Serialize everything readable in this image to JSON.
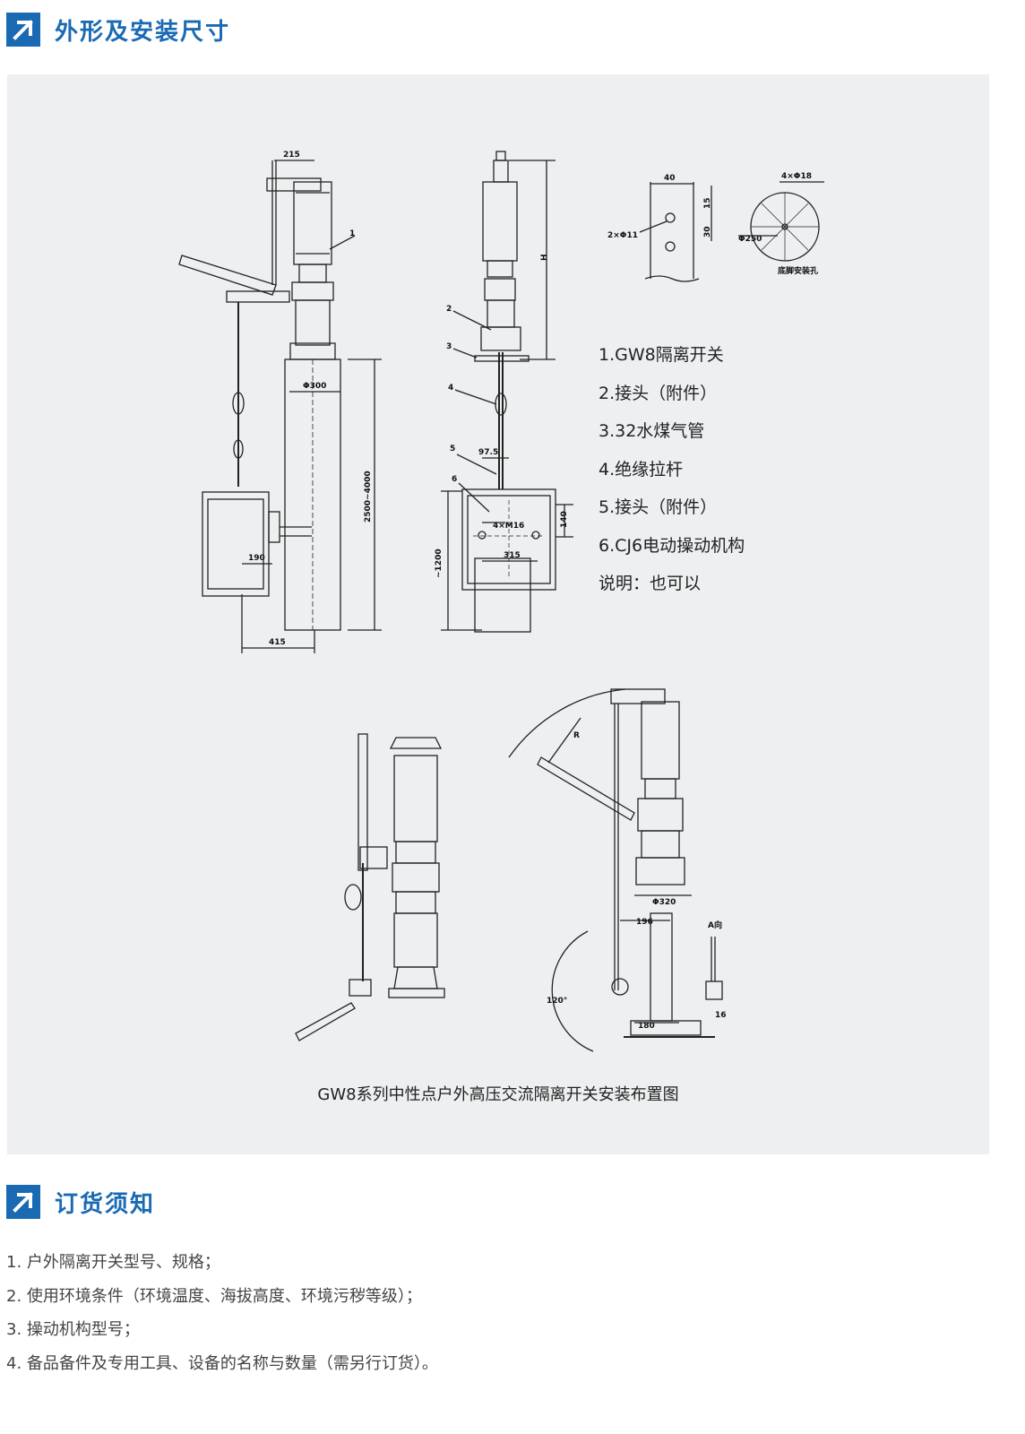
{
  "sections": [
    {
      "title": "外形及安装尺寸",
      "icon": "arrow-up-right-icon"
    },
    {
      "title": "订货须知",
      "icon": "arrow-up-right-icon"
    }
  ],
  "drawing": {
    "legend": [
      "1.GW8隔离开关",
      "2.接头（附件）",
      "3.32水煤气管",
      "4.绝缘拉杆",
      "5.接头（附件）",
      "6.CJ6电动操动机构",
      "说明：也可以"
    ],
    "caption": "GW8系列中性点户外高压交流隔离开关安装布置图",
    "dimensions": {
      "d215": "215",
      "d300": "Φ300",
      "d2500": "2500~4000",
      "d190": "190",
      "d415": "415",
      "dH": "H",
      "d97": "97.5",
      "dm16": "4×M16",
      "d140": "140",
      "d315": "315",
      "d1200": "~1200",
      "d40": "40",
      "d15": "15",
      "d30": "30",
      "d2phi11": "2×Φ11",
      "d4phi18": "4×Φ18",
      "dphi250": "Φ250",
      "base_holes": "底脚安装孔",
      "dR": "R",
      "d320": "Φ320",
      "d196": "196",
      "d120": "120°",
      "d180": "180",
      "dA": "A向",
      "d16": "16"
    },
    "callouts": [
      "1",
      "2",
      "3",
      "4",
      "5",
      "6"
    ]
  },
  "ordering": {
    "items": [
      "1. 户外隔离开关型号、规格；",
      "2. 使用环境条件（环境温度、海拔高度、环境污秽等级）；",
      "3. 操动机构型号；",
      "4. 备品备件及专用工具、设备的名称与数量（需另行订货）。"
    ]
  },
  "colors": {
    "accent": "#1a6ab3",
    "panel": "#edeff0"
  }
}
